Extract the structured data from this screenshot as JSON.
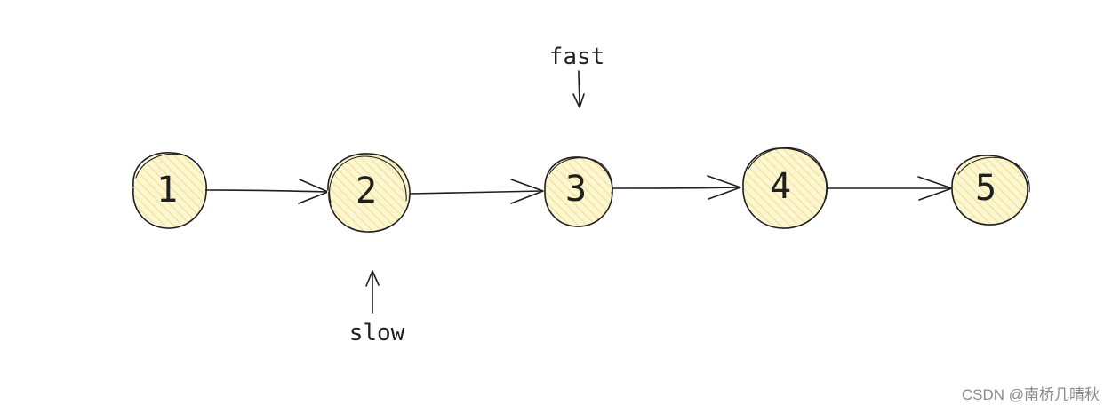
{
  "diagram": {
    "nodes": [
      {
        "id": "n1",
        "label": "1"
      },
      {
        "id": "n2",
        "label": "2"
      },
      {
        "id": "n3",
        "label": "3"
      },
      {
        "id": "n4",
        "label": "4"
      },
      {
        "id": "n5",
        "label": "5"
      }
    ],
    "edges": [
      {
        "from": "n1",
        "to": "n2"
      },
      {
        "from": "n2",
        "to": "n3"
      },
      {
        "from": "n3",
        "to": "n4"
      },
      {
        "from": "n4",
        "to": "n5"
      }
    ],
    "pointers": {
      "fast": {
        "label": "fast",
        "target": "n3"
      },
      "slow": {
        "label": "slow",
        "target": "n2"
      }
    },
    "colors": {
      "node_fill": "#fcf6d2",
      "hatch": "#f0e08a",
      "stroke": "#1e1e1e"
    }
  },
  "watermark": "CSDN @南桥几晴秋"
}
